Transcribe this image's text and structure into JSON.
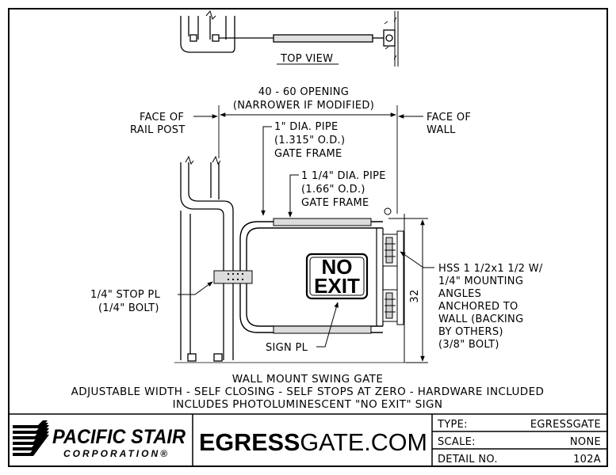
{
  "top_view": {
    "label": "TOP VIEW"
  },
  "dimensions": {
    "opening_line1": "40 - 60 OPENING",
    "opening_line2": "(NARROWER IF MODIFIED)",
    "height": "32"
  },
  "callouts": {
    "face_rail_post": [
      "FACE OF",
      "RAIL POST"
    ],
    "face_wall": [
      "FACE OF",
      "WALL"
    ],
    "pipe_1": [
      "1\" DIA. PIPE",
      "(1.315\" O.D.)",
      "GATE FRAME"
    ],
    "pipe_1_25": [
      "1 1/4\" DIA. PIPE",
      "(1.66\" O.D.)",
      "GATE FRAME"
    ],
    "stop_pl": [
      "1/4\" STOP PL",
      "(1/4\" BOLT)"
    ],
    "hss": [
      "HSS 1 1/2x1 1/2 W/",
      "1/4\" MOUNTING",
      "ANGLES",
      "ANCHORED TO",
      "WALL (BACKING",
      "BY OTHERS)",
      "(3/8\" BOLT)"
    ],
    "sign_pl": "SIGN PL"
  },
  "sign": {
    "line1": "NO",
    "line2": "EXIT"
  },
  "title_notes": [
    "WALL MOUNT SWING GATE",
    "ADJUSTABLE WIDTH - SELF CLOSING - SELF STOPS AT ZERO - HARDWARE INCLUDED",
    "INCLUDES PHOTOLUMINESCENT \"NO EXIT\" SIGN"
  ],
  "title_block": {
    "logo_name": "PACIFIC STAIR",
    "logo_sub": "CORPORATION®",
    "logo_icon": "pacific-stair-wave-logo",
    "site_bold": "EGRESS",
    "site_rest": "GATE.COM",
    "rows": [
      {
        "label": "TYPE:",
        "value": "EGRESSGATE"
      },
      {
        "label": "SCALE:",
        "value": "NONE"
      },
      {
        "label": "DETAIL NO.",
        "value": "102A"
      }
    ]
  }
}
